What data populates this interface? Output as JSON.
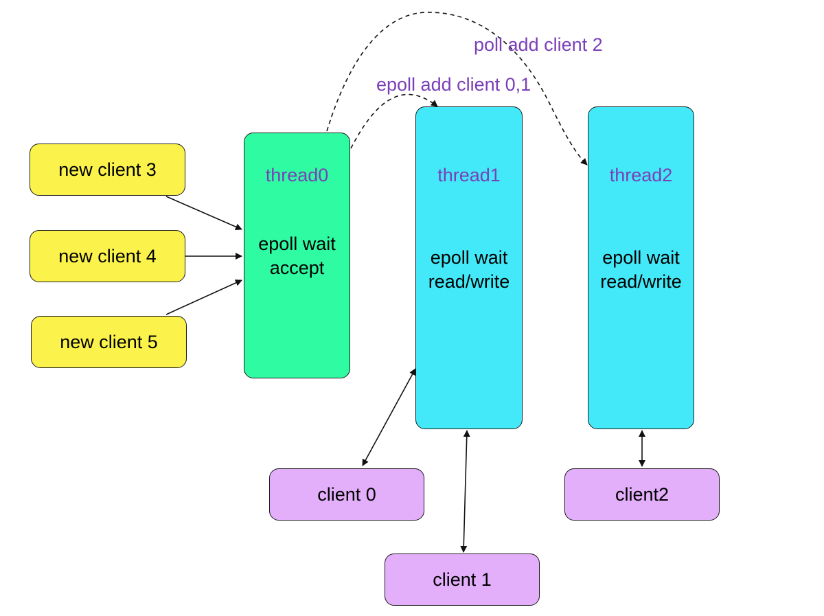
{
  "colors": {
    "new_client_fill": "#fbf34b",
    "client_fill": "#e3aefa",
    "accept_thread_fill": "#2ffba3",
    "io_thread_fill": "#43e9f8",
    "label_accent": "#7a3fb8",
    "stroke": "#1a1a1a"
  },
  "new_clients": [
    {
      "label": "new client 3"
    },
    {
      "label": "new client 4"
    },
    {
      "label": "new client 5"
    }
  ],
  "threads": [
    {
      "name": "thread0",
      "role": "epoll wait\naccept"
    },
    {
      "name": "thread1",
      "role": "epoll wait\nread/write"
    },
    {
      "name": "thread2",
      "role": "epoll wait\nread/write"
    }
  ],
  "clients": [
    {
      "label": "client 0"
    },
    {
      "label": "client 1"
    },
    {
      "label": "client2"
    }
  ],
  "edge_labels": {
    "to_thread1": "epoll add client 0,1",
    "to_thread2": "poll add client 2"
  }
}
